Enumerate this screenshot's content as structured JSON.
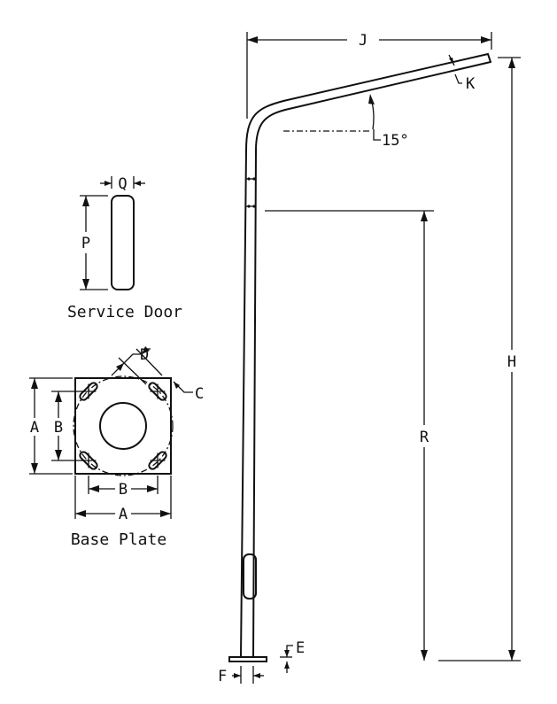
{
  "pole_labels": {
    "j": "J",
    "k": "K",
    "angle": "15°",
    "h": "H",
    "r": "R",
    "e": "E",
    "f": "F"
  },
  "service_door": {
    "title": "Service Door",
    "q": "Q",
    "p": "P"
  },
  "base_plate": {
    "title": "Base Plate",
    "a_left": "A",
    "b_left": "B",
    "c": "C",
    "d": "D",
    "b_bottom": "B",
    "a_bottom": "A"
  }
}
